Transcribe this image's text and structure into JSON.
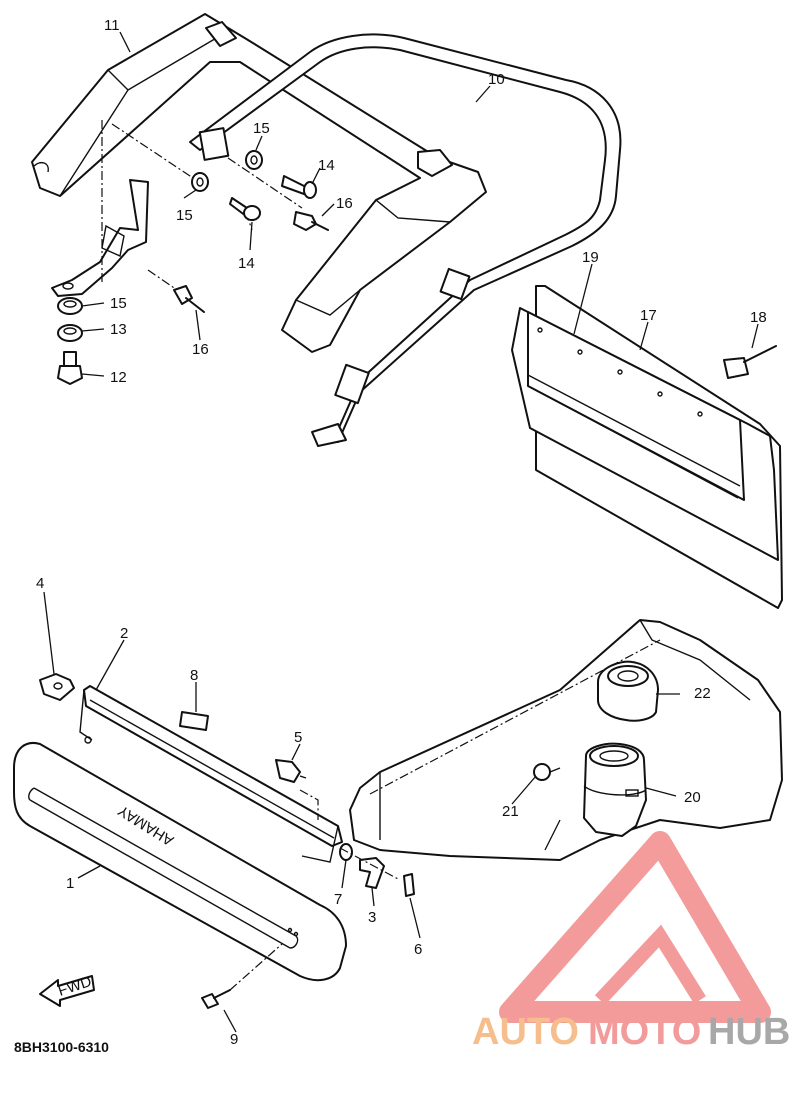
{
  "part_code": "8BH3100-6310",
  "fwd_label": "FWD",
  "brand_emboss": "YAMAHA",
  "watermark": {
    "part1": "AUTO",
    "part2": "MOTO",
    "part3": "HUB",
    "color_orange": "#f5b37a",
    "color_red": "#f28a8a",
    "color_gray": "#9a9a9a"
  },
  "callouts": {
    "n1": "1",
    "n2": "2",
    "n3": "3",
    "n4": "4",
    "n5": "5",
    "n6": "6",
    "n7": "7",
    "n8": "8",
    "n9": "9",
    "n10": "10",
    "n11": "11",
    "n12": "12",
    "n13": "13",
    "n14a": "14",
    "n14b": "14",
    "n15a": "15",
    "n15b": "15",
    "n15c": "15",
    "n16a": "16",
    "n16b": "16",
    "n17": "17",
    "n18": "18",
    "n19": "19",
    "n20": "20",
    "n21": "21",
    "n22": "22"
  }
}
